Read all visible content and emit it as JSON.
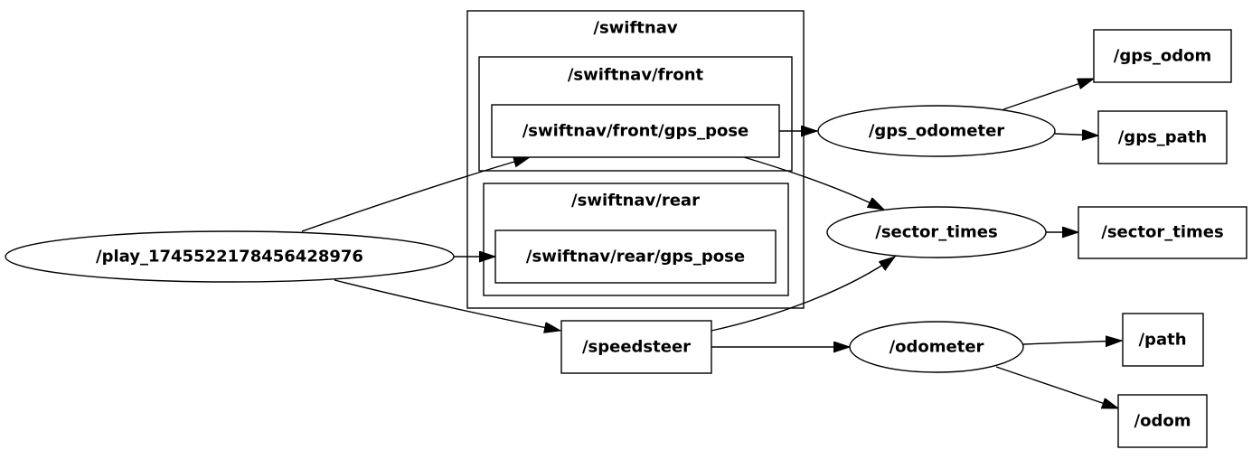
{
  "clusters": {
    "swiftnav": "/swiftnav",
    "swiftnav_front": "/swiftnav/front",
    "swiftnav_rear": "/swiftnav/rear"
  },
  "nodes": {
    "play": "/play_1745522178456428976",
    "front_gps_pose": "/swiftnav/front/gps_pose",
    "rear_gps_pose": "/swiftnav/rear/gps_pose",
    "speedsteer": "/speedsteer",
    "gps_odometer": "/gps_odometer",
    "sector_times_node": "/sector_times",
    "odometer": "/odometer",
    "gps_odom": "/gps_odom",
    "gps_path": "/gps_path",
    "sector_times_topic": "/sector_times",
    "path": "/path",
    "odom": "/odom"
  },
  "edges": [
    {
      "from": "/play_1745522178456428976",
      "to": "/swiftnav/front/gps_pose"
    },
    {
      "from": "/play_1745522178456428976",
      "to": "/swiftnav/rear/gps_pose"
    },
    {
      "from": "/play_1745522178456428976",
      "to": "/speedsteer"
    },
    {
      "from": "/swiftnav/front/gps_pose",
      "to": "/gps_odometer"
    },
    {
      "from": "/swiftnav/front/gps_pose",
      "to": "/sector_times"
    },
    {
      "from": "/speedsteer",
      "to": "/sector_times"
    },
    {
      "from": "/speedsteer",
      "to": "/odometer"
    },
    {
      "from": "/gps_odometer",
      "to": "/gps_odom"
    },
    {
      "from": "/gps_odometer",
      "to": "/gps_path"
    },
    {
      "from": "/sector_times",
      "to": "/sector_times"
    },
    {
      "from": "/odometer",
      "to": "/path"
    },
    {
      "from": "/odometer",
      "to": "/odom"
    }
  ]
}
